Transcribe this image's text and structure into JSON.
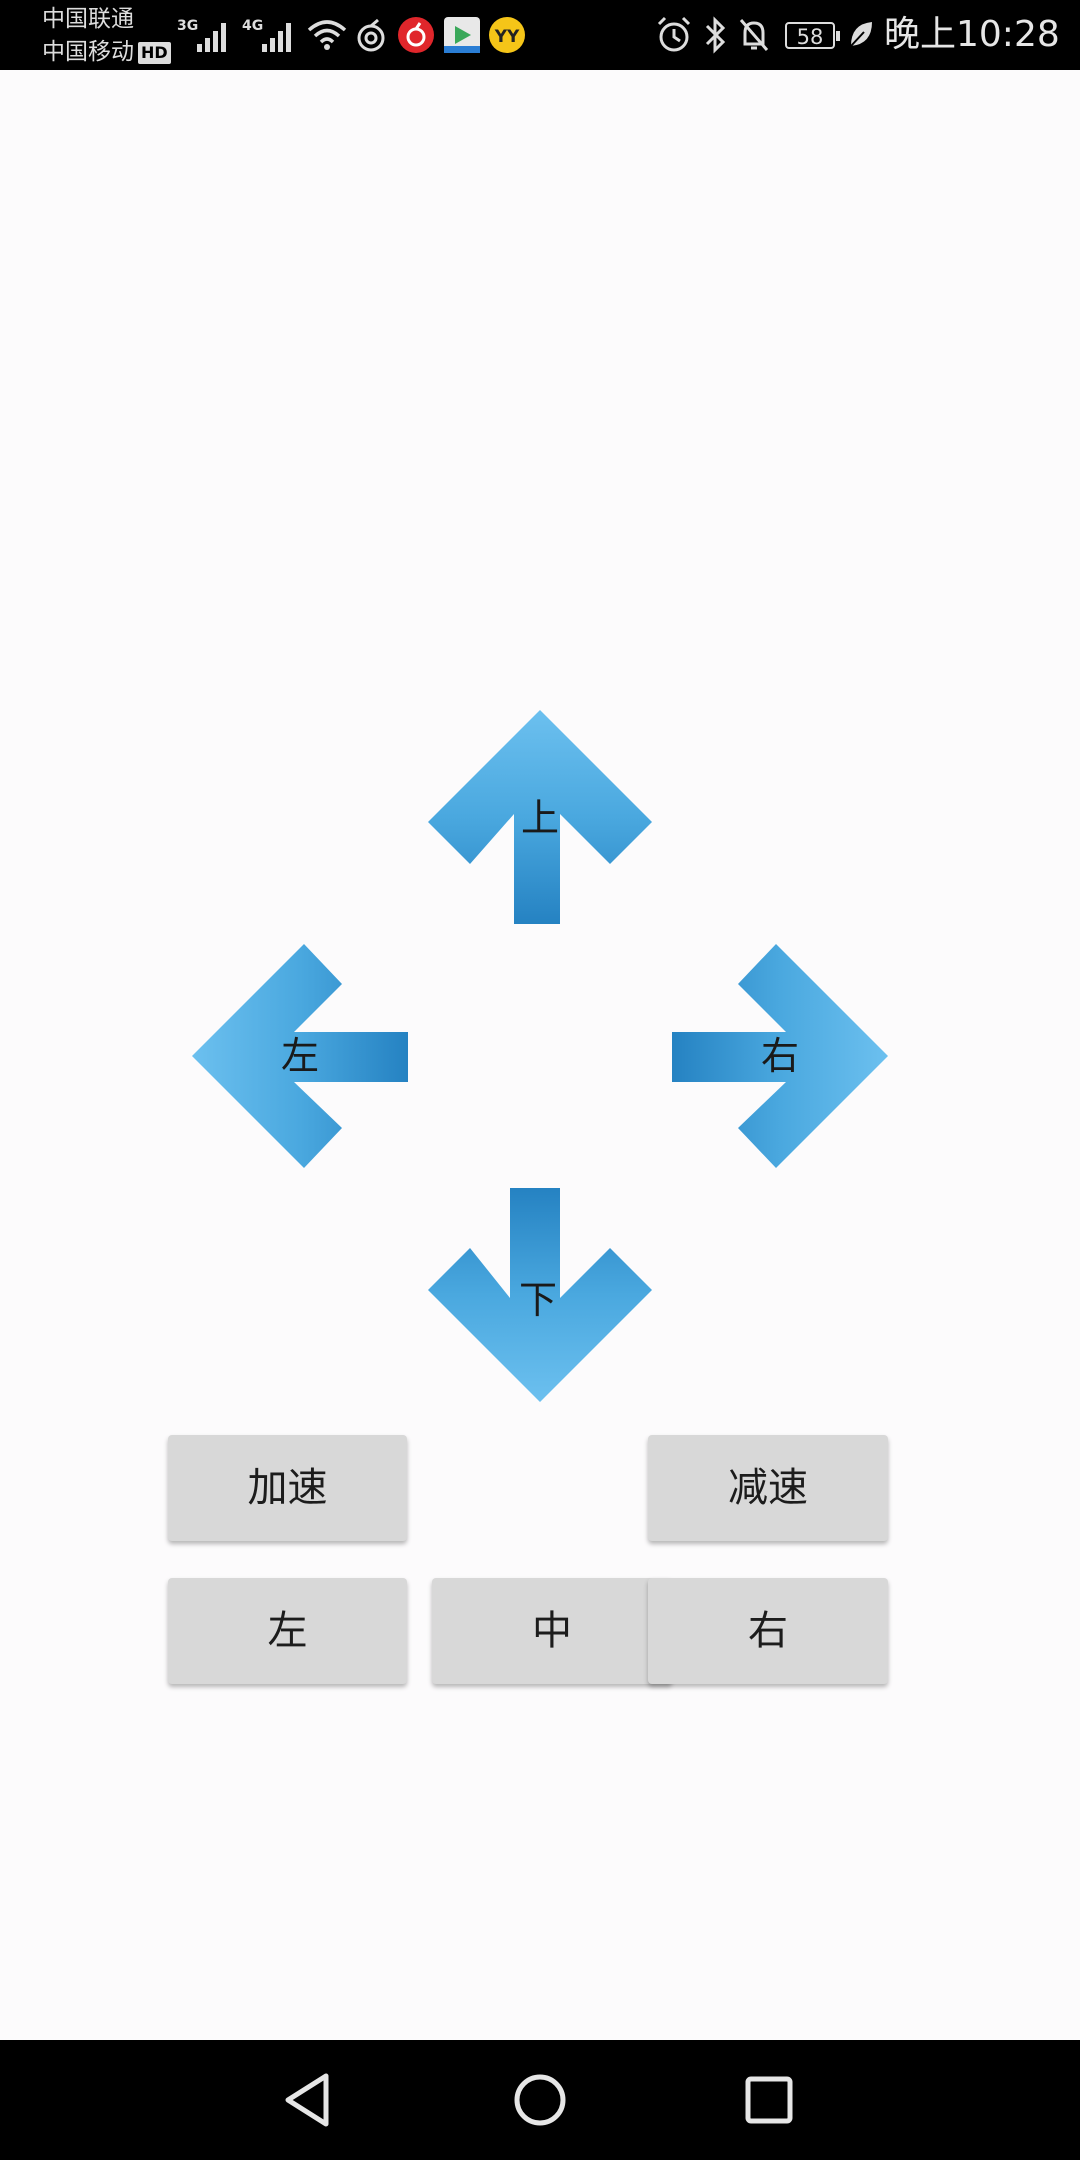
{
  "status_bar": {
    "carrier_1": "中国联通",
    "carrier_2": "中国移动",
    "hd_badge": "HD",
    "network_1": "3G",
    "network_2": "4G",
    "battery_level": "58",
    "time": "晚上10:28",
    "icons": [
      "signal-icon",
      "wifi-icon",
      "netease-music-icon",
      "video-app-icon",
      "yy-icon",
      "alarm-icon",
      "bluetooth-icon",
      "mute-icon",
      "battery-icon",
      "leaf-icon"
    ]
  },
  "direction_pad": {
    "up_label": "上",
    "left_label": "左",
    "right_label": "右",
    "down_label": "下",
    "arrow_color": "#4aa8df"
  },
  "buttons": {
    "accelerate": "加速",
    "decelerate": "减速",
    "left": "左",
    "center": "中",
    "right": "右"
  },
  "nav_bar": {
    "icons": [
      "back-icon",
      "home-icon",
      "recents-icon"
    ]
  }
}
